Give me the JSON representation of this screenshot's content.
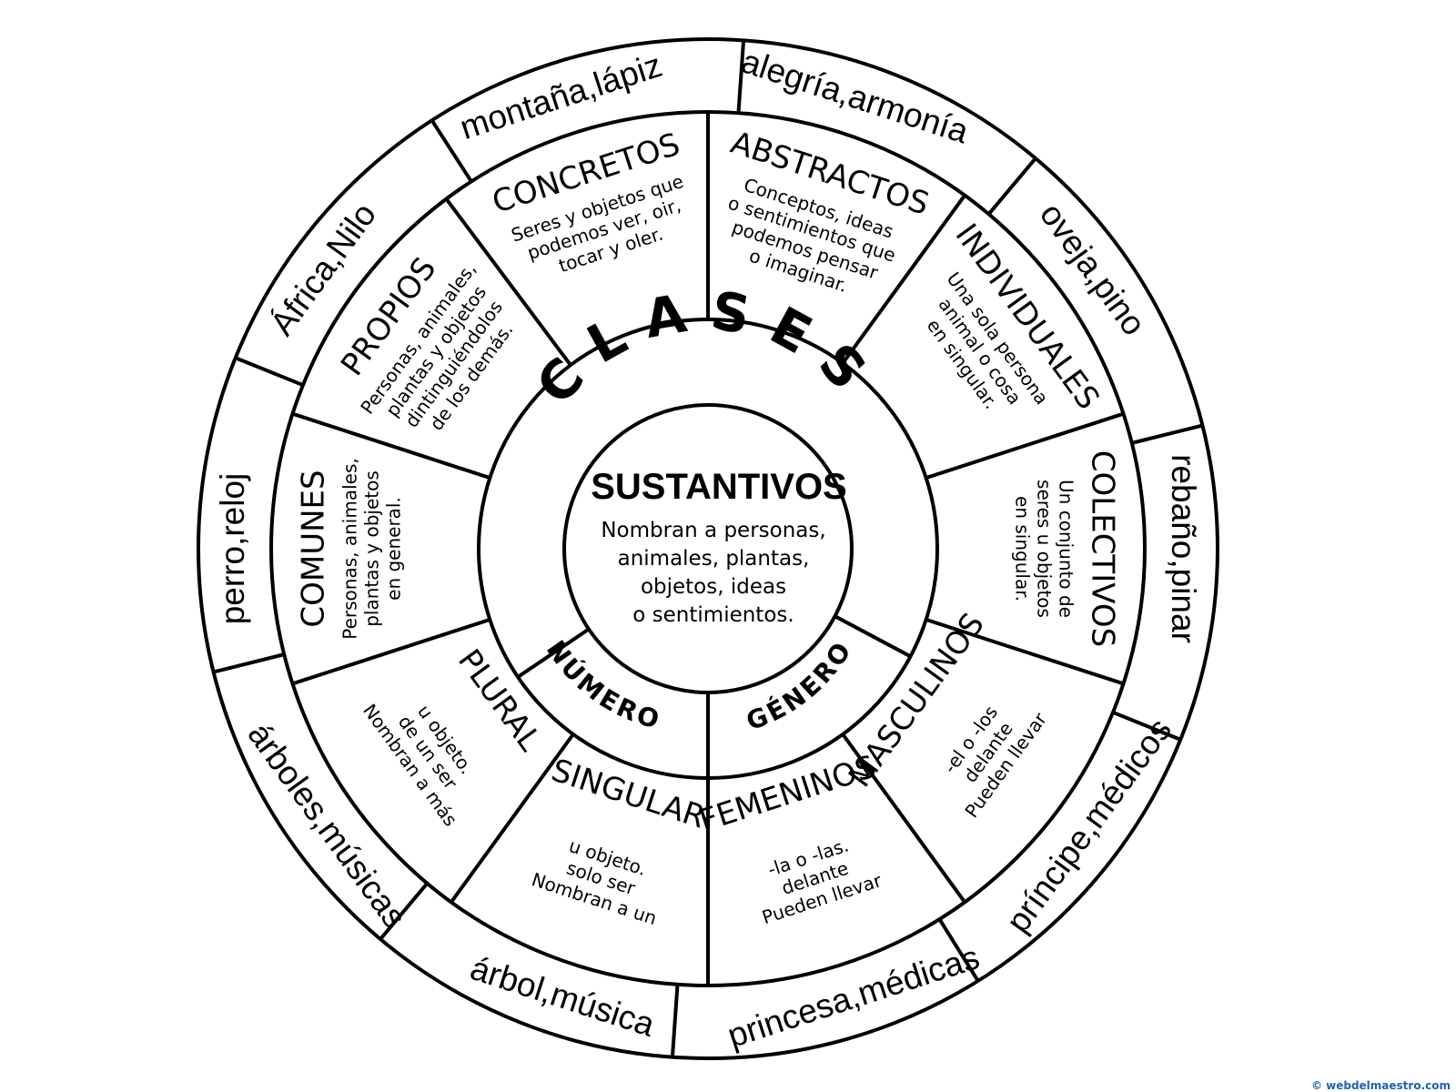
{
  "center": {
    "title": "SUSTANTIVOS",
    "description": [
      "Nombran a personas,",
      "animales, plantas,",
      "objetos, ideas",
      "o sentimientos."
    ]
  },
  "ring_titles": {
    "clases": "CLASES",
    "genero": "GÉNERO",
    "numero": "NÚMERO"
  },
  "segments": [
    {
      "id": "concretos",
      "title": "CONCRETOS",
      "description": [
        "Seres y objetos que",
        "podemos ver, oir,",
        "tocar y oler."
      ],
      "example": "montaña,lápiz"
    },
    {
      "id": "abstractos",
      "title": "ABSTRACTOS",
      "description": [
        "Conceptos, ideas",
        "o sentimientos que",
        "podemos pensar",
        "o imaginar."
      ],
      "example": "alegría,armonía"
    },
    {
      "id": "individuales",
      "title": "INDIVIDUALES",
      "description": [
        "Una sola persona",
        "animal o cosa",
        "en singular."
      ],
      "example": "oveja,pino"
    },
    {
      "id": "colectivos",
      "title": "COLECTIVOS",
      "description": [
        "Un conjunto de",
        "seres u objetos",
        "en singular."
      ],
      "example": "rebaño,pinar"
    },
    {
      "id": "masculinos",
      "title": "MASCULINOS",
      "description": [
        "Pueden llevar",
        "delante",
        "-el o -los"
      ],
      "example": "príncipe,médicos"
    },
    {
      "id": "femeninos",
      "title": "FEMENINOS",
      "description": [
        "Pueden llevar",
        "delante",
        "-la o -las."
      ],
      "example": "princesa,médicas"
    },
    {
      "id": "singular",
      "title": "SINGULAR",
      "description": [
        "Nombran a un",
        "solo ser",
        "u objeto."
      ],
      "example": "árbol,música"
    },
    {
      "id": "plural",
      "title": "PLURAL",
      "description": [
        "Nombran a más",
        "de un ser",
        "u objeto."
      ],
      "example": "árboles,músicas"
    },
    {
      "id": "comunes",
      "title": "COMUNES",
      "description": [
        "Personas, animales,",
        "plantas y objetos",
        "en general."
      ],
      "example": "perro,reloj"
    },
    {
      "id": "propios",
      "title": "PROPIOS",
      "description": [
        "Personas, animales,",
        "plantas y objetos",
        "dintinguiéndolos",
        "de los demás."
      ],
      "example": "África,Nilo"
    }
  ],
  "watermark": "© webdelmaestro.com"
}
